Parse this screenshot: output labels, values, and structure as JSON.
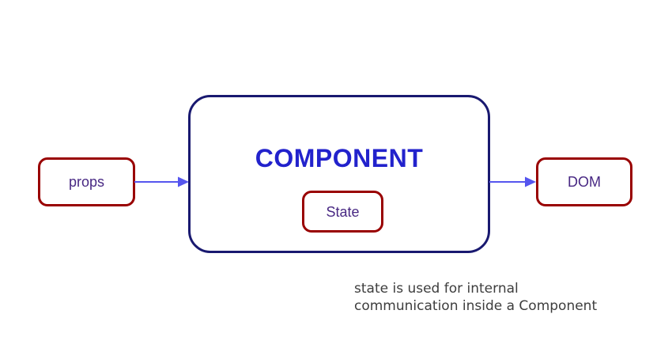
{
  "colors": {
    "box_border_red": "#990000",
    "component_border_navy": "#191970",
    "component_title_blue": "#2222cc",
    "node_label_purple": "#482883",
    "arrow_blue": "#5555ee",
    "caption_gray": "#3d3d3d",
    "background": "#ffffff"
  },
  "diagram": {
    "nodes": {
      "props": {
        "label": "props"
      },
      "component": {
        "title": "COMPONENT"
      },
      "state": {
        "label": "State"
      },
      "dom": {
        "label": "DOM"
      }
    },
    "arrows": [
      {
        "name": "props-to-component",
        "direction": "right"
      },
      {
        "name": "component-to-dom",
        "direction": "right"
      }
    ],
    "caption": {
      "line1": "state is used for internal",
      "line2": "communication inside a Component"
    }
  }
}
